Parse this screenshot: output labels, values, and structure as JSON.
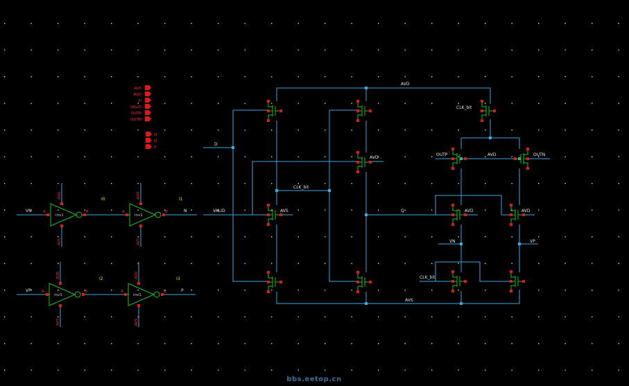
{
  "pins_in": [
    "AVS",
    "AVD",
    "D",
    "VALID",
    "OUTP",
    "OUTN"
  ],
  "pins_out": [
    "Q",
    "N",
    "P"
  ],
  "inverters": [
    {
      "inst": "I0",
      "cell": "inv1",
      "in_net": "VN",
      "out_net": "",
      "a": "A",
      "b": "B",
      "avd": "AVD",
      "avs": "AVS"
    },
    {
      "inst": "I1",
      "cell": "inv1",
      "in_net": "",
      "out_net": "N",
      "a": "A",
      "b": "B",
      "avd": "AVD",
      "avs": "AVS"
    },
    {
      "inst": "I2",
      "cell": "inv1",
      "in_net": "VP",
      "out_net": "",
      "a": "A",
      "b": "B",
      "avd": "AVD",
      "avs": "AVS"
    },
    {
      "inst": "I3",
      "cell": "inv1",
      "in_net": "",
      "out_net": "P",
      "a": "A",
      "b": "B",
      "avd": "AVD",
      "avs": "AVS"
    }
  ],
  "nets": {
    "avd_top": "AVD",
    "avs_bot": "AVS",
    "d": "D",
    "valid": "VALID",
    "clk_bit_mid": "CLK_bit",
    "clk_bit_top": "CLK_bit",
    "clk_bit_bot": "CLK_bit",
    "outp": "OUTP",
    "outn": "OUTN",
    "avd_mid": "AVD",
    "q": "Q",
    "vn": "VN",
    "vp": "VP"
  },
  "body_labels": {
    "m_avs": "AVS",
    "m_avd1": "AVD",
    "m_avd2": "AVD",
    "m_avd3": "AVD"
  },
  "watermark": "bbs.eetop.cn",
  "colors": {
    "wire": "#3ea8e0",
    "device": "#19c419",
    "pin": "#e01818",
    "background": "#000000"
  }
}
